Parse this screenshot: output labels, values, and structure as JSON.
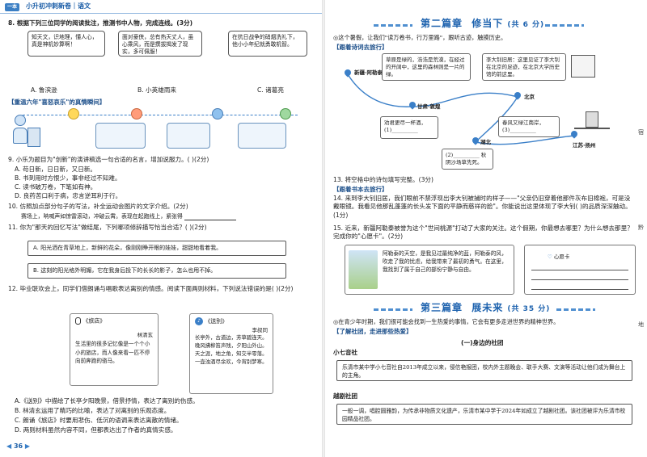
{
  "header": {
    "tag": "一本",
    "series": "小升初冲刺新卷｜语文"
  },
  "left": {
    "q8": {
      "title": "8. 根据下列三位同学的阅读批注，推测书中人物，完成连线。(3分)",
      "notes": [
        "知天文，识地理，懂人心，真是神机妙算啊！",
        "面对豪侠，总有热天丈人，虽心乘风，而是撰拔揭发了现实，多可佩服！",
        "在抗日战争的硝烟洗礼下，他小小年纪就勇敢机智。"
      ],
      "options": [
        "A. 鲁滨逊",
        "B. 小英雄雨来",
        "C. 诸葛亮"
      ]
    },
    "section_review": "【重温六年\"喜怒哀乐\"的真情瞬间】",
    "q9": {
      "title": "9. 小乐为题目为\"创新\"的演讲稿选一句合适的名言，增加说服力。(    )(2分)",
      "options": [
        "A. 苟日新，日日新，又日新。",
        "B. 书到用时方恨少，事非经过不知难。",
        "C. 读书破万卷，下笔如有神。",
        "D. 良药苦口利于病，忠言逆耳利于行。"
      ]
    },
    "q10": {
      "title": "10. 仿照加点部分句子的写法，补全运动会图片的文字介绍。(2分)",
      "line": "赛场上，呐喊声如惊雷滚动，冲破云霄。表现在起跑线上，紧张得"
    },
    "q11": {
      "title": "11. 你为\"那天的回忆写法\"做结尾，下列哪项修辞描写恰当合适？(    )(2分)",
      "options": [
        "A. 阳光洒在青草地上，新鲜的花朵，像刚刚睁开眼的娃娃，甜甜地看着我。",
        "B. 这刻的阳光格外明媚，它在我身后投下的长长的影子，怎么也甩不掉。"
      ]
    },
    "q12": {
      "title": "12. 毕业联欢会上，同学们借朗诵与唱歌表达离别的情感。阅读下面两则材料，下列说法错误的是(    )(2分)",
      "card1": {
        "title": "《旅店》",
        "author": "林清玄",
        "text": "生活里的很多记忆像是一个个小小的旅店，而人像来看一匹不停向前奔跑的骆马。"
      },
      "card2": {
        "title": "《送别》",
        "author": "李叔同",
        "text": "长亭外，古道边，芳草碧连天。晚风拂柳笛声残，夕阳山外山。天之涯，地之角，知交半零落。一壶浊酒尽余欢，今宵别梦寒。"
      },
      "options": [
        "A.《送别》中描绘了长亭夕阳晚景，借景抒情，表达了离别的伤感。",
        "B. 林清玄运用了精巧的比喻，表达了对离别的乐观态度。",
        "C. 朗诵《旅店》时要用悲伤、低沉的语调来表达离散的情绪。",
        "D. 两则材料虽然内容不同，但都表达出了作者的真情实感。"
      ]
    },
    "page_number": "36"
  },
  "right": {
    "chapter2": {
      "label": "第二篇章",
      "title": "修当下",
      "score": "(共 6 分)"
    },
    "intro2": "◎这个暑假，让我们\"读万卷书，行万里路\"，跟听古迹，触摸历史。",
    "section_poem": "【跟着诗词去旅行】",
    "routes": [
      "草原是绿的，浩浩是荒漠，在经过的开阔中，这里的森林则是一片的绿。",
      "李大钊旧居：这里见证了李大钊在北京的足迹，在北京大学历史馆的前这里。",
      "劝君更尽一杯酒，(1)__________",
      "春风又绿江南岸，(3)__________",
      "(2)__________ 秋阴沙场草先死。"
    ],
    "cities": [
      "新疆·阿勒泰",
      "甘肃·敦煌",
      "北京",
      "湖北",
      "江苏·扬州"
    ],
    "q13": "13. 将空格中的诗句填写完整。(3分)",
    "section_books": "【跟着书本去旅行】",
    "q14": "14. 来到李大钊旧居，我们眼前不禁浮现出李大钊被捕时的样子——\"父亲仍旧穿着他那件灰布旧棉袍，可是没戴眼镜。我看见他那乱蓬蓬的长头发下面的平静而慈祥的脸\"。你能说出这里体现了李大钊(          )的品质深深触动。(1分)",
    "q15": "15. 近来，新疆阿勒泰被誉为这个\"世间桃源\"打动了大家的关注。这个假期，你最想去哪里？为什么想去那里？完成你的\"心愿卡\"。(2分)",
    "q15_sample": "阿勒泰的天空，是我见过最纯净的蓝，阿勒泰的风，吹走了我的忧虑，给我带来了最初的勇气。在这里，我找到了属于自己的部份宁静与自由。",
    "wish_card": "心愿卡",
    "chapter3": {
      "label": "第三篇章",
      "title": "展未来",
      "score": "(共 35 分)"
    },
    "intro3": "◎在青少年时期，我们很可能会找到一生热爱的事情，它会有更多走进世界的精神世界。",
    "section_club": "【了解社团，走进那些热爱】",
    "club_heading": "(一)身边的社团",
    "club1": {
      "name": "小七音社",
      "text": "乐清市某中学小七音社自2013年成立以来，侵信艳报团，校内外主题晚会、联手大赛、文演等活动让他们成为舞台上的主角。"
    },
    "club2": {
      "name": "越剧社团",
      "text": "一般一调，唱腔圆雅韵，为传承非物质文化遗产，乐清市某中学于2024年如成立了越剧社团。该社团被评为乐清市校园精品社团。"
    },
    "side_chars": [
      "宿",
      "黔",
      "地"
    ]
  }
}
